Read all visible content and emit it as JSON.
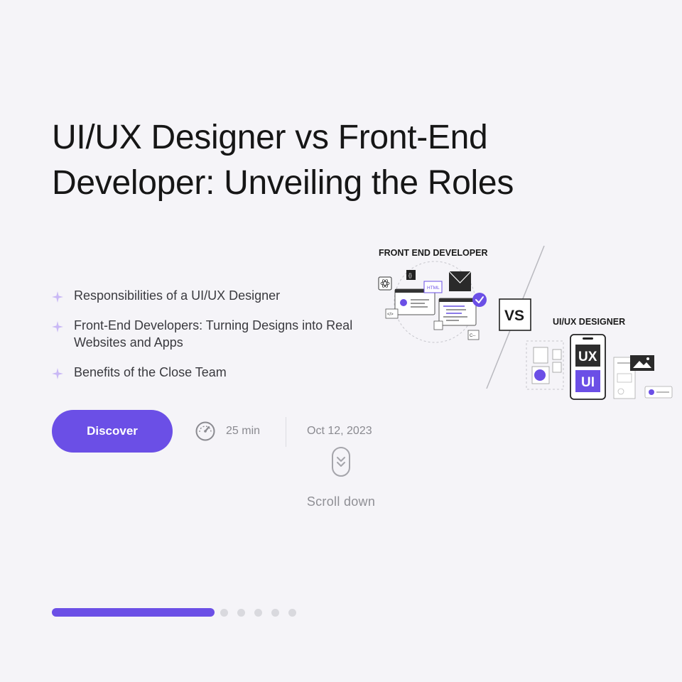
{
  "hero": {
    "title": "UI/UX Designer vs Front-End Developer: Unveiling the Roles"
  },
  "bullets": [
    {
      "icon": "sparkle-icon",
      "text": "Responsibilities of a UI/UX Designer"
    },
    {
      "icon": "sparkle-icon",
      "text": "Front-End Developers: Turning Designs into Real Websites and Apps"
    },
    {
      "icon": "sparkle-icon",
      "text": "Benefits of the Close Team"
    }
  ],
  "cta": {
    "discover_label": "Discover"
  },
  "meta": {
    "read_time": "25 min",
    "date": "Oct 12, 2023",
    "read_time_icon": "speedometer-icon"
  },
  "scroll": {
    "label": "Scroll down",
    "icon": "scroll-down-icon"
  },
  "illustration": {
    "front_end_label": "FRONT END DEVELOPER",
    "uiux_label": "UI/UX DESIGNER",
    "vs_label": "VS",
    "ux_label": "UX",
    "ui_label": "UI",
    "html_tag": "HTML"
  },
  "slider": {
    "total": 6,
    "active_index": 0
  },
  "colors": {
    "accent": "#6b4fe6",
    "background": "#f5f4f8",
    "text": "#161616",
    "muted": "#8a8a90"
  }
}
